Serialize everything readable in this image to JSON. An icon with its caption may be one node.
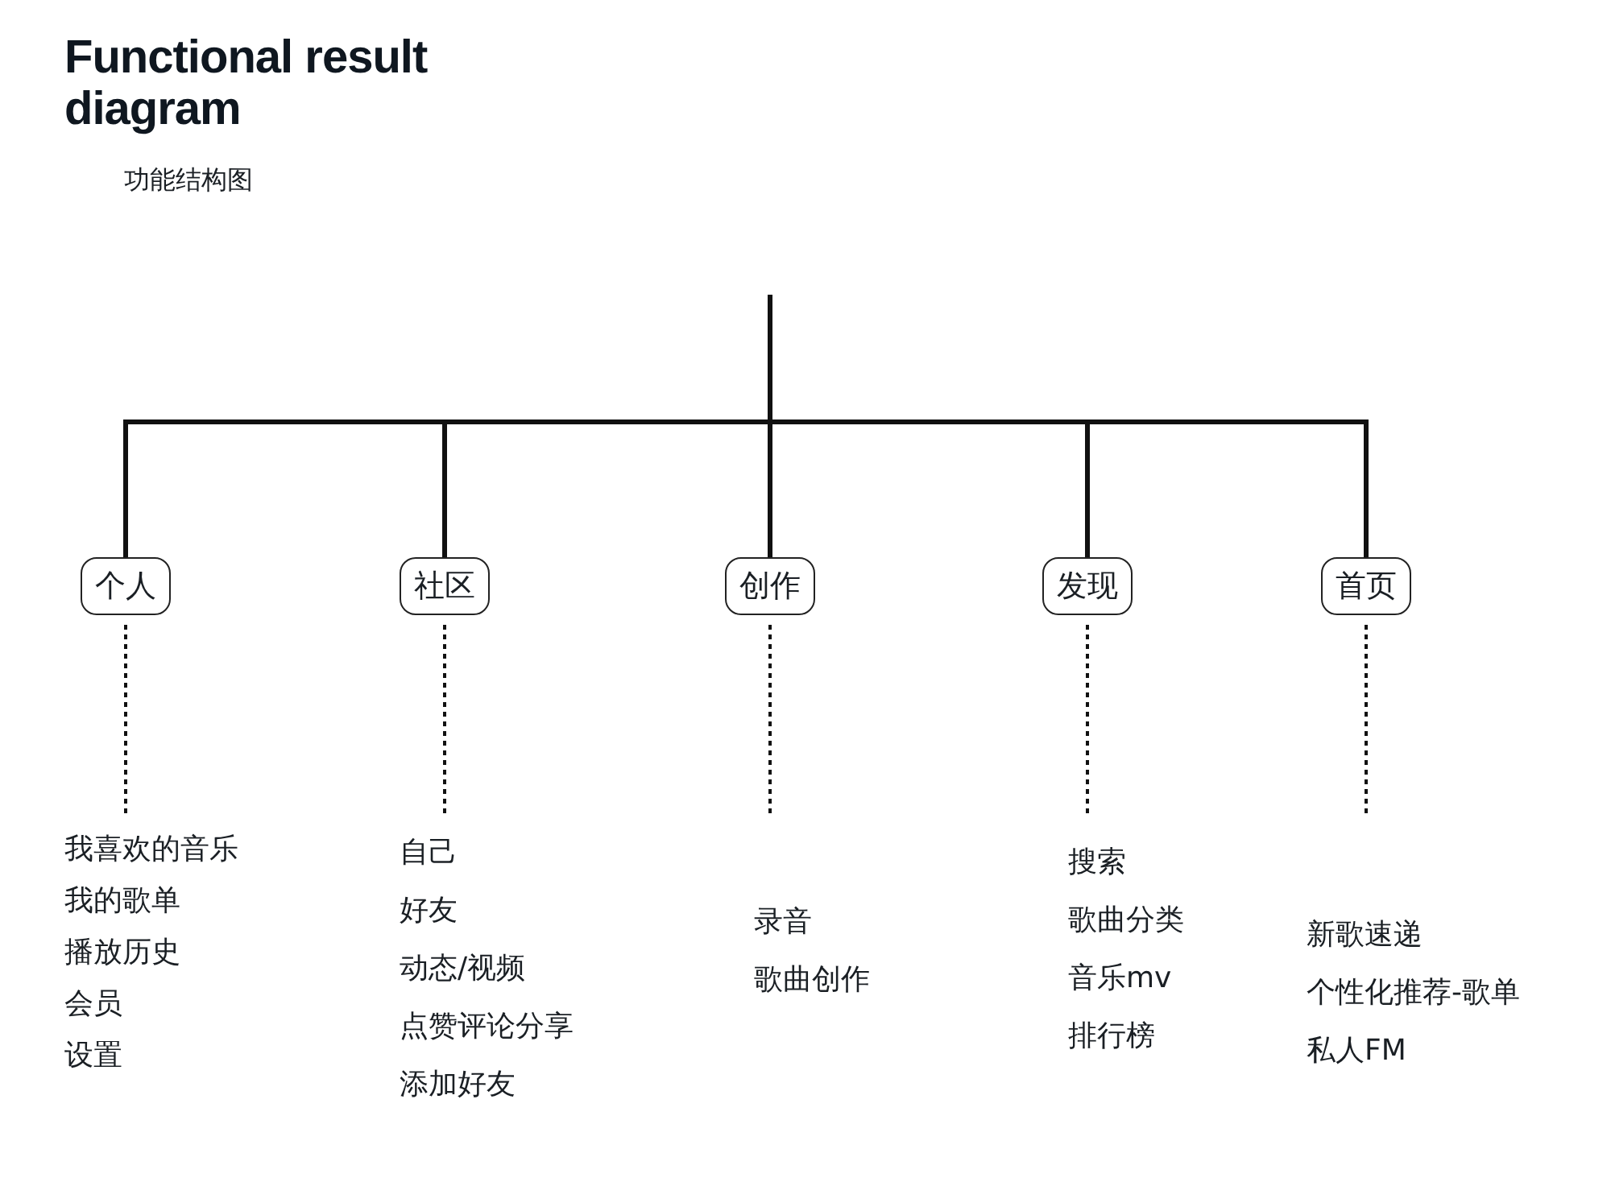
{
  "diagram": {
    "title": "Functional result diagram",
    "nodes": [
      {
        "text": [
          "个人"
        ]
      },
      {
        "text": [
          "社区"
        ]
      },
      {
        "text": [
          "创作"
        ]
      },
      {
        "text": [
          "发现"
        ]
      },
      {
        "text": [
          "首页"
        ]
      },
      {
        "text": [
          "我喜欢的音乐",
          "我的歌单",
          "播放历史",
          "会员",
          "设置"
        ]
      },
      {
        "text": [
          "自己",
          "好友",
          "动态/视频",
          "点赞评论分享",
          "添加好友"
        ]
      },
      {
        "text": [
          "录音",
          "歌曲创作"
        ]
      },
      {
        "text": [
          "搜索",
          "歌曲分类",
          "音乐mv",
          "排行榜"
        ]
      },
      {
        "text": [
          "新歌速递",
          "个性化推荐-歌单",
          "私人FM"
        ]
      }
    ],
    "edges": [
      {
        "from": null,
        "to": 0,
        "arrow": "none"
      },
      {
        "from": null,
        "to": 1,
        "arrow": "none"
      },
      {
        "from": null,
        "to": 2,
        "arrow": "none"
      },
      {
        "from": null,
        "to": 3,
        "arrow": "none"
      },
      {
        "from": null,
        "to": 4,
        "arrow": "none"
      },
      {
        "from": 0,
        "to": 5,
        "arrow": "none",
        "style": "dashed"
      },
      {
        "from": 1,
        "to": 6,
        "arrow": "none",
        "style": "dashed"
      },
      {
        "from": 2,
        "to": 7,
        "arrow": "none",
        "style": "dashed"
      },
      {
        "from": 3,
        "to": 8,
        "arrow": "none",
        "style": "dashed"
      },
      {
        "from": 4,
        "to": 9,
        "arrow": "none",
        "style": "dashed"
      }
    ],
    "labels": [
      "功能结构图"
    ]
  }
}
